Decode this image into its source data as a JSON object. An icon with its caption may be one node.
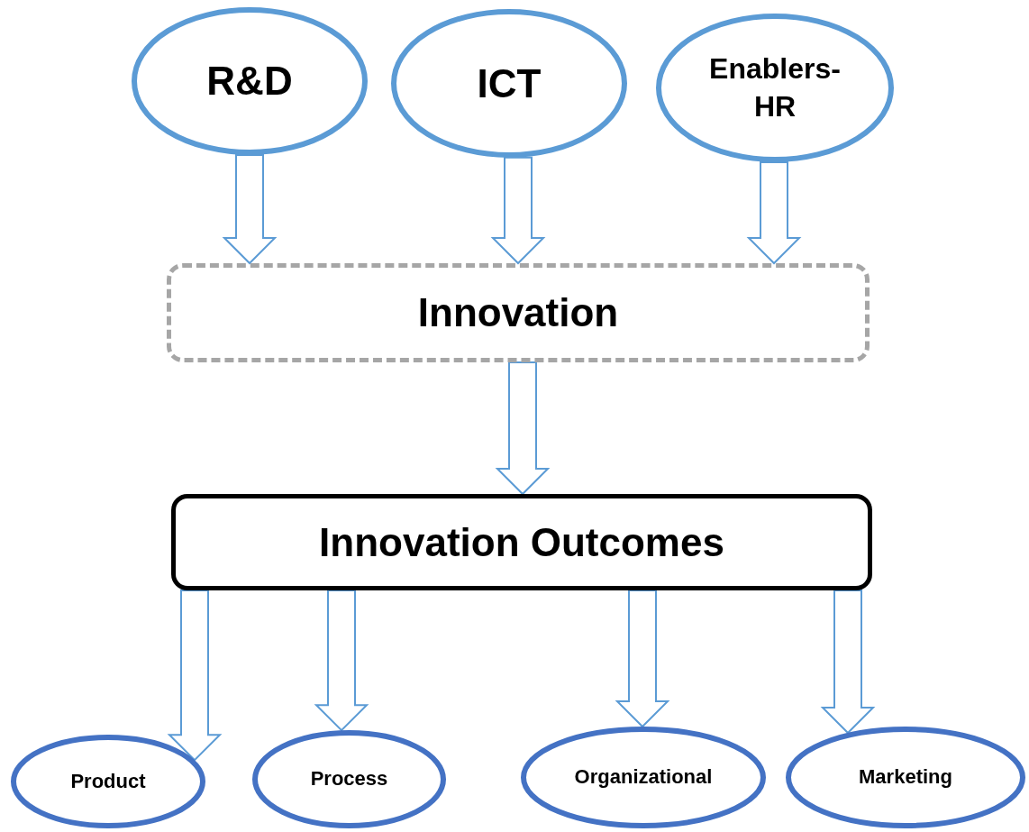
{
  "diagram": {
    "nodes": [
      {
        "text": [
          "R&D"
        ]
      },
      {
        "text": [
          "ICT"
        ]
      },
      {
        "text": [
          "Enablers-HR"
        ]
      },
      {
        "text": [
          "Innovation"
        ]
      },
      {
        "text": [
          "Innovation Outcomes"
        ]
      },
      {
        "text": [
          "Product"
        ]
      },
      {
        "text": [
          "Process"
        ]
      },
      {
        "text": [
          "Organizational"
        ]
      },
      {
        "text": [
          "Marketing"
        ]
      }
    ],
    "edges": [
      {
        "from": 0,
        "to": 3,
        "arrow": "to"
      },
      {
        "from": 1,
        "to": 3,
        "arrow": "to"
      },
      {
        "from": 2,
        "to": 3,
        "arrow": "to"
      },
      {
        "from": 3,
        "to": 4,
        "arrow": "to"
      },
      {
        "from": 4,
        "to": 5,
        "arrow": "to"
      },
      {
        "from": 4,
        "to": 6,
        "arrow": "to"
      },
      {
        "from": 4,
        "to": 7,
        "arrow": "to"
      },
      {
        "from": 4,
        "to": 8,
        "arrow": "to"
      }
    ]
  }
}
